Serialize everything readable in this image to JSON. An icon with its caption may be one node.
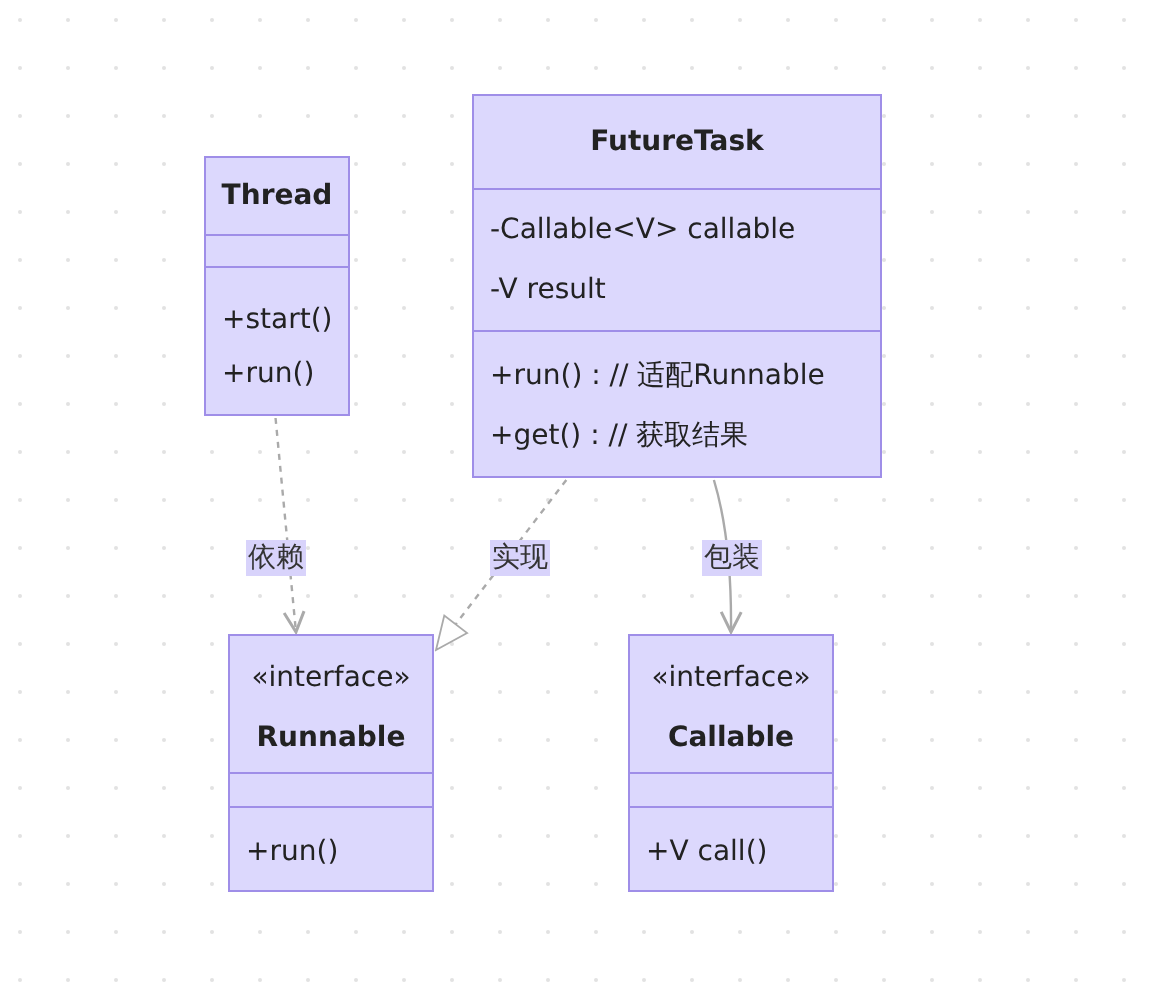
{
  "diagram": {
    "nodes": [
      {
        "text": [
          "Thread",
          "+start()",
          "+run()"
        ]
      },
      {
        "text": [
          "FutureTask",
          "-Callable<V> callable",
          "-V result",
          "+run() : // 适配Runnable",
          "+get() : // 获取结果"
        ]
      },
      {
        "text": [
          "«interface»",
          "Runnable",
          "+run()"
        ]
      },
      {
        "text": [
          "«interface»",
          "Callable",
          "+V call()"
        ]
      }
    ],
    "edges": [
      {
        "from": 0,
        "to": 2,
        "arrow": "to",
        "label": "依赖",
        "style": "dashed"
      },
      {
        "from": 1,
        "to": 2,
        "arrow": "to",
        "label": "实现",
        "style": "dashed"
      },
      {
        "from": 1,
        "to": 3,
        "arrow": "to",
        "label": "包装"
      }
    ]
  }
}
